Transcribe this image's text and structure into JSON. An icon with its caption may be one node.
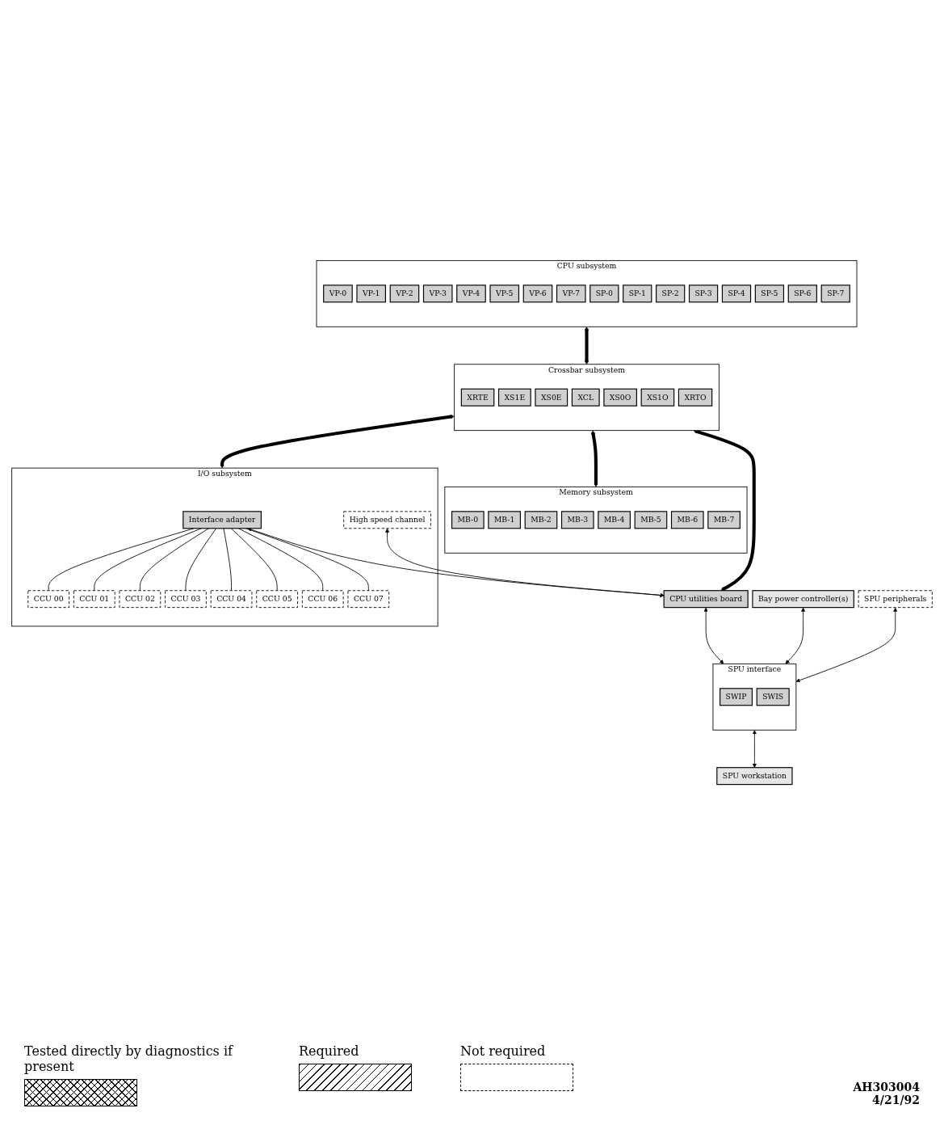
{
  "diagram": {
    "nodes": [
      {
        "text": [
          "CPU subsystem"
        ]
      },
      {
        "text": [
          "VP-0"
        ],
        "in": 0
      },
      {
        "text": [
          "VP-1"
        ],
        "in": 0
      },
      {
        "text": [
          "VP-2"
        ],
        "in": 0
      },
      {
        "text": [
          "VP-3"
        ],
        "in": 0
      },
      {
        "text": [
          "VP-4"
        ],
        "in": 0
      },
      {
        "text": [
          "VP-5"
        ],
        "in": 0
      },
      {
        "text": [
          "VP-6"
        ],
        "in": 0
      },
      {
        "text": [
          "VP-7"
        ],
        "in": 0
      },
      {
        "text": [
          "SP-0"
        ],
        "in": 0
      },
      {
        "text": [
          "SP-1"
        ],
        "in": 0
      },
      {
        "text": [
          "SP-2"
        ],
        "in": 0
      },
      {
        "text": [
          "SP-3"
        ],
        "in": 0
      },
      {
        "text": [
          "SP-4"
        ],
        "in": 0
      },
      {
        "text": [
          "SP-5"
        ],
        "in": 0
      },
      {
        "text": [
          "SP-6"
        ],
        "in": 0
      },
      {
        "text": [
          "SP-7"
        ],
        "in": 0
      },
      {
        "text": [
          "Crossbar subsystem"
        ]
      },
      {
        "text": [
          "XRTE"
        ],
        "in": 17
      },
      {
        "text": [
          "XS1E"
        ],
        "in": 17
      },
      {
        "text": [
          "XS0E"
        ],
        "in": 17
      },
      {
        "text": [
          "XCL"
        ],
        "in": 17
      },
      {
        "text": [
          "XS0O"
        ],
        "in": 17
      },
      {
        "text": [
          "XS1O"
        ],
        "in": 17
      },
      {
        "text": [
          "XRTO"
        ],
        "in": 17
      },
      {
        "text": [
          "Memory subsystem"
        ]
      },
      {
        "text": [
          "MB-0"
        ],
        "in": 25
      },
      {
        "text": [
          "MB-1"
        ],
        "in": 25
      },
      {
        "text": [
          "MB-2"
        ],
        "in": 25
      },
      {
        "text": [
          "MB-3"
        ],
        "in": 25
      },
      {
        "text": [
          "MB-4"
        ],
        "in": 25
      },
      {
        "text": [
          "MB-5"
        ],
        "in": 25
      },
      {
        "text": [
          "MB-6"
        ],
        "in": 25
      },
      {
        "text": [
          "MB-7"
        ],
        "in": 25
      },
      {
        "text": [
          "I/O subsystem"
        ]
      },
      {
        "text": [
          "Interface adapter"
        ],
        "in": 34
      },
      {
        "text": [
          "CCU 00"
        ],
        "in": 34
      },
      {
        "text": [
          "CCU 01"
        ],
        "in": 34
      },
      {
        "text": [
          "CCU 02"
        ],
        "in": 34
      },
      {
        "text": [
          "CCU 03"
        ],
        "in": 34
      },
      {
        "text": [
          "CCU 04"
        ],
        "in": 34
      },
      {
        "text": [
          "CCU 05"
        ],
        "in": 34
      },
      {
        "text": [
          "CCU 06"
        ],
        "in": 34
      },
      {
        "text": [
          "CCU 07"
        ],
        "in": 34
      },
      {
        "text": [
          "High speed channel"
        ],
        "in": 34
      },
      {
        "text": [
          "CPU utilities board"
        ]
      },
      {
        "text": [
          "Bay power controller(s)"
        ]
      },
      {
        "text": [
          "SPU peripherals"
        ]
      },
      {
        "text": [
          "SPU interface"
        ]
      },
      {
        "text": [
          "SWIP"
        ],
        "in": 48
      },
      {
        "text": [
          "SWIS"
        ],
        "in": 48
      },
      {
        "text": [
          "SPU workstation"
        ]
      }
    ],
    "edges": [
      {
        "from": 0,
        "to": 17,
        "arrow": "both",
        "style": "thick"
      },
      {
        "from": 17,
        "to": 25,
        "arrow": "both",
        "style": "thick"
      },
      {
        "from": 17,
        "to": 34,
        "arrow": "both",
        "style": "thick"
      },
      {
        "from": 17,
        "to": 45,
        "arrow": "both",
        "style": "thick"
      },
      {
        "from": 35,
        "to": 36,
        "arrow": "none"
      },
      {
        "from": 35,
        "to": 37,
        "arrow": "none"
      },
      {
        "from": 35,
        "to": 38,
        "arrow": "none"
      },
      {
        "from": 35,
        "to": 39,
        "arrow": "none"
      },
      {
        "from": 35,
        "to": 40,
        "arrow": "none"
      },
      {
        "from": 35,
        "to": 41,
        "arrow": "none"
      },
      {
        "from": 35,
        "to": 42,
        "arrow": "none"
      },
      {
        "from": 35,
        "to": 43,
        "arrow": "none"
      },
      {
        "from": 35,
        "to": 45,
        "arrow": "both"
      },
      {
        "from": 44,
        "to": 45,
        "arrow": "both"
      },
      {
        "from": 45,
        "to": 48,
        "arrow": "both"
      },
      {
        "from": 46,
        "to": 48,
        "arrow": "both"
      },
      {
        "from": 47,
        "to": 48,
        "arrow": "both"
      },
      {
        "from": 48,
        "to": 51,
        "arrow": "both"
      }
    ],
    "labels": [
      "AH303004",
      "4/21/92"
    ],
    "legend": [
      {
        "text": "Tested directly by diagnostics if present"
      },
      {
        "text": "Required"
      },
      {
        "text": "Not required"
      }
    ]
  }
}
